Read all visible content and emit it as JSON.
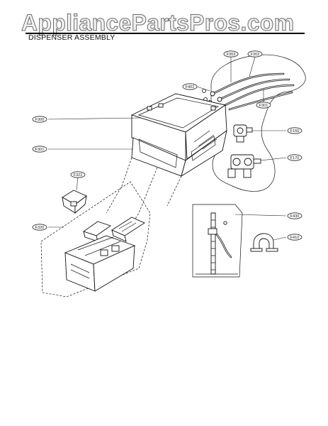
{
  "watermark": "AppliancePartsPros.com",
  "title": "DISPENSER ASSEMBLY",
  "callouts": [
    {
      "id": "F303"
    },
    {
      "id": "F302"
    },
    {
      "id": "F402"
    },
    {
      "id": "F301"
    },
    {
      "id": "F300"
    },
    {
      "id": "F160"
    },
    {
      "id": "F301b",
      "label": "F301"
    },
    {
      "id": "F170"
    },
    {
      "id": "F322"
    },
    {
      "id": "F320"
    },
    {
      "id": "F430"
    },
    {
      "id": "F410"
    }
  ]
}
